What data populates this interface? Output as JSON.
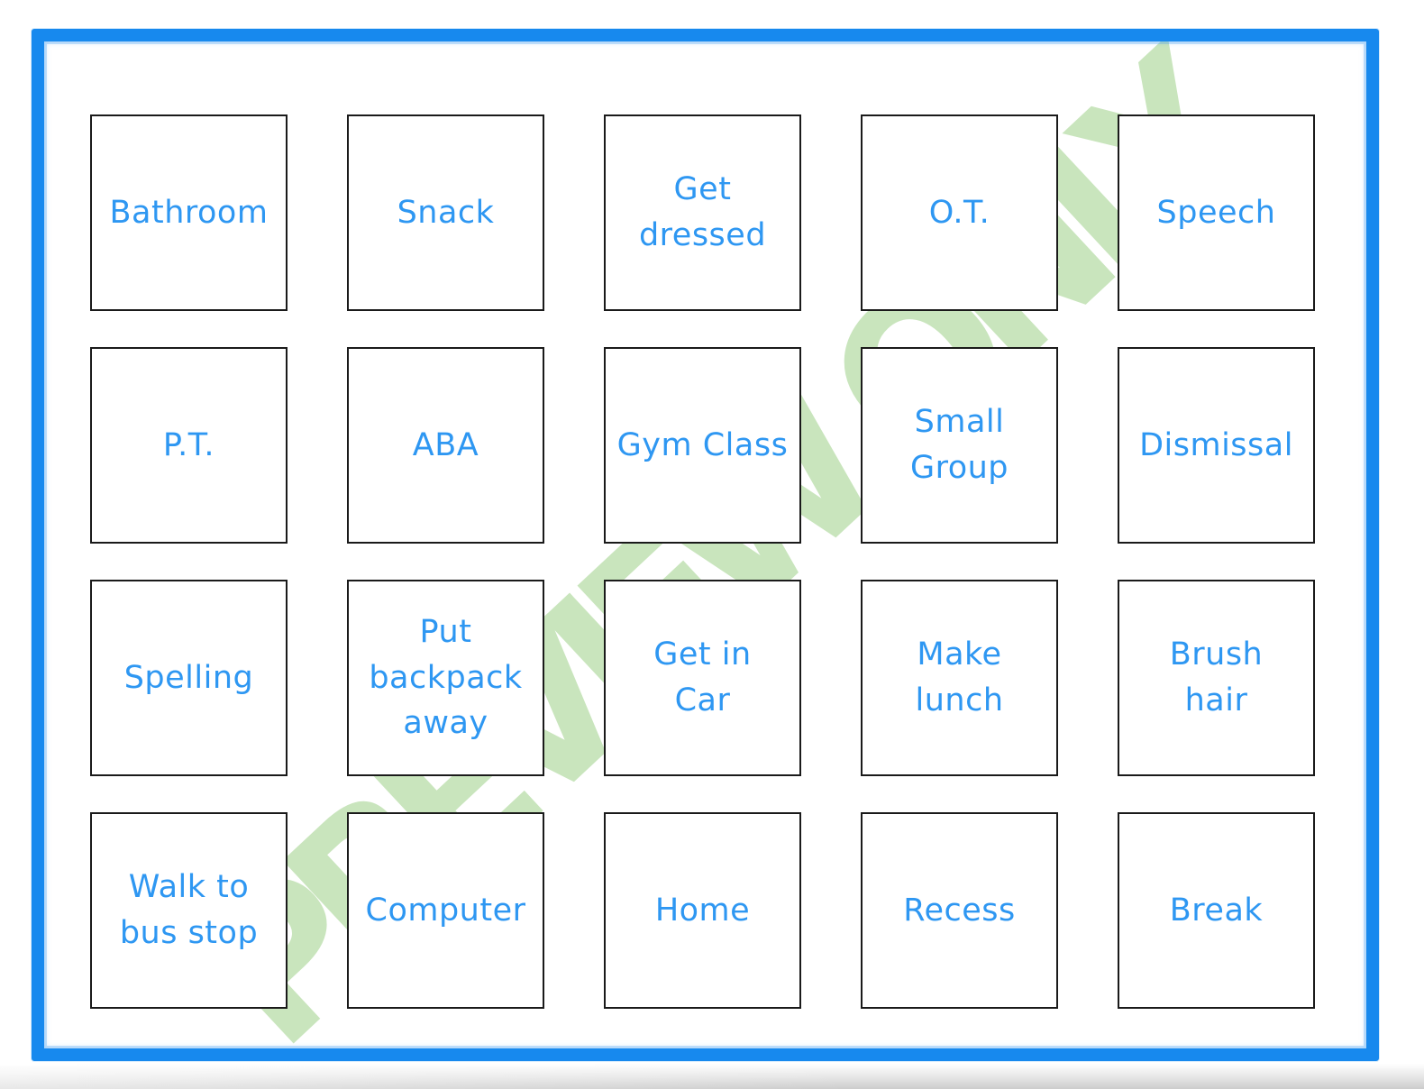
{
  "page": {
    "watermark_text": "PREVIEW ONLY",
    "colors": {
      "label_blue": "#2e97f2",
      "frame_blue": "#1789ee",
      "watermark_green": "#c9e5bd",
      "card_border_black": "#1a1a1a"
    }
  },
  "cards": [
    {
      "id": "bathroom",
      "label": "Bathroom"
    },
    {
      "id": "snack",
      "label": "Snack"
    },
    {
      "id": "get-dressed",
      "label": "Get\ndressed"
    },
    {
      "id": "ot",
      "label": "O.T."
    },
    {
      "id": "speech",
      "label": "Speech"
    },
    {
      "id": "pt",
      "label": "P.T."
    },
    {
      "id": "aba",
      "label": "ABA"
    },
    {
      "id": "gym-class",
      "label": "Gym Class"
    },
    {
      "id": "small-group",
      "label": "Small\nGroup"
    },
    {
      "id": "dismissal",
      "label": "Dismissal"
    },
    {
      "id": "spelling",
      "label": "Spelling"
    },
    {
      "id": "put-backpack-away",
      "label": "Put\nbackpack\naway"
    },
    {
      "id": "get-in-car",
      "label": "Get in\nCar"
    },
    {
      "id": "make-lunch",
      "label": "Make\nlunch"
    },
    {
      "id": "brush-hair",
      "label": "Brush\nhair"
    },
    {
      "id": "walk-to-bus-stop",
      "label": "Walk to\nbus stop"
    },
    {
      "id": "computer",
      "label": "Computer"
    },
    {
      "id": "home",
      "label": "Home"
    },
    {
      "id": "recess",
      "label": "Recess"
    },
    {
      "id": "break",
      "label": "Break"
    }
  ]
}
